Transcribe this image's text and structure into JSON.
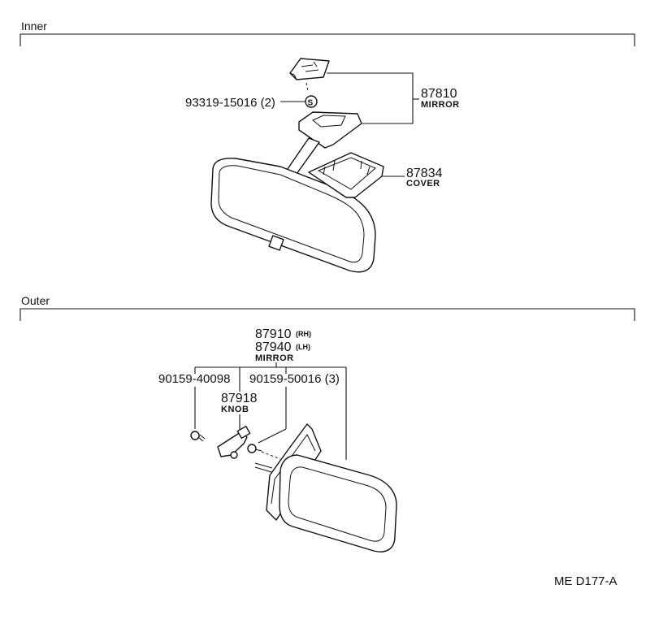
{
  "sections": {
    "inner": {
      "title": "Inner"
    },
    "outer": {
      "title": "Outer"
    }
  },
  "inner": {
    "mirror": {
      "part_no": "87810",
      "name": "MIRROR"
    },
    "cover": {
      "part_no": "87834",
      "name": "COVER"
    },
    "screw": {
      "part_no": "93319-15016 (2)",
      "symbol": "S"
    }
  },
  "outer": {
    "mirror": {
      "part_no_rh": "87910",
      "side_rh": "(RH)",
      "part_no_lh": "87940",
      "side_lh": "(LH)",
      "name": "MIRROR"
    },
    "screw_1": {
      "part_no": "90159-40098"
    },
    "screw_2": {
      "part_no": "90159-50016 (3)"
    },
    "knob": {
      "part_no": "87918",
      "name": "KNOB"
    }
  },
  "footer": {
    "code": "ME  D177-A"
  }
}
